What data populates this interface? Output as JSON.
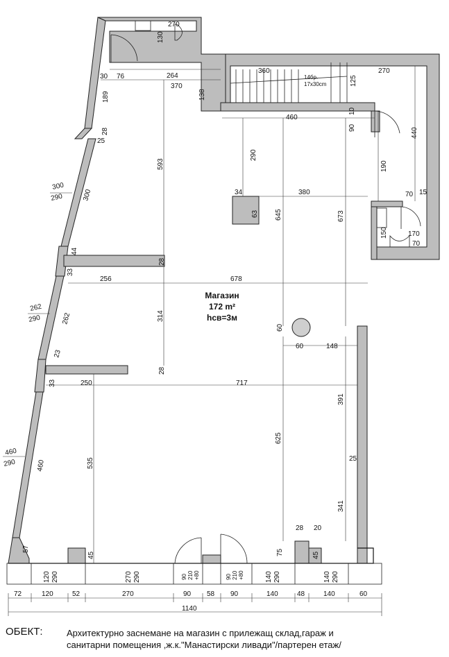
{
  "room": {
    "name": "Магазин",
    "area": "172 m²",
    "height": "hсв=3м"
  },
  "stair": {
    "steps": "14бр.",
    "size": "17х30cm"
  },
  "caption": {
    "label": "ОБЕКТ:",
    "line1": "Архитектурно заснемане на магазин с прилежащ склад,гараж и",
    "line2": "санитарни помещения ,ж.к.\"Манастирски ливади\"/партерен етаж/"
  },
  "dims": {
    "wc_top_270": "270",
    "wc_130": "130",
    "d30": "30",
    "d76": "76",
    "d264": "264",
    "d370": "370",
    "d189": "189",
    "d138": "138",
    "d28a": "28",
    "d25a": "25",
    "st_360": "360",
    "st_270": "270",
    "st_125": "125",
    "d460": "460",
    "d10": "10",
    "d90a": "90",
    "d440": "440",
    "d593": "593",
    "d290": "290",
    "d190": "190",
    "d34": "34",
    "d380": "380",
    "d70a": "70",
    "d15": "15",
    "d63": "63",
    "d645": "645",
    "d673": "673",
    "d170": "170",
    "d150": "150",
    "d70b": "70",
    "d300": "300",
    "w300_290_top": "300",
    "w300_290_bot": "290",
    "d44": "44",
    "d28b": "28",
    "d33a": "33",
    "d256": "256",
    "d678": "678",
    "w262_290_top": "262",
    "w262_290_bot": "290",
    "d262": "262",
    "d314": "314",
    "d60a": "60",
    "d60b": "60",
    "d148": "148",
    "d23": "23",
    "d28c": "28",
    "d33b": "33",
    "d250": "250",
    "d717": "717",
    "d391": "391",
    "d625": "625",
    "d535": "535",
    "w460_290_top": "460",
    "w460_290_bot": "290",
    "d460b": "460",
    "d25b": "25",
    "d341": "341",
    "d28d": "28",
    "d20": "20",
    "d57": "57",
    "d45a": "45",
    "d75": "75",
    "d45b": "45",
    "o120": "120",
    "o290a": "290",
    "o270": "270",
    "o290b": "290",
    "o90a": "90",
    "o210a": "210",
    "o80a": "+80",
    "o90b": "90",
    "o210b": "210",
    "o80b": "+80",
    "o140a": "140",
    "o290c": "290",
    "o140b": "140",
    "o290d": "290",
    "b72": "72",
    "b120": "120",
    "b52": "52",
    "b270": "270",
    "b90a": "90",
    "b58": "58",
    "b90b": "90",
    "b140a": "140",
    "b48": "48",
    "b140b": "140",
    "b60": "60",
    "total": "1140"
  }
}
